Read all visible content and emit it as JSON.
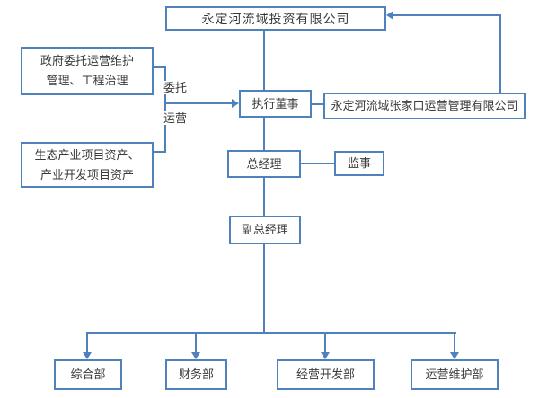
{
  "meta": {
    "type": "organization-chart"
  },
  "colors": {
    "line": "#4f81bd",
    "box_border": "#4f81bd",
    "text": "#3a3a3a",
    "background": "#ffffff"
  },
  "org": {
    "parent_company": {
      "label": "永定河流域投资有限公司"
    },
    "entrusted_functions": {
      "line1": "政府委托运营维护",
      "line2": "管理、工程治理"
    },
    "entrusted_assets": {
      "line1": "生态产业项目资产、",
      "line2": "产业开发项目资产"
    },
    "executive_director": {
      "label": "执行董事"
    },
    "operating_company": {
      "label": "永定河流域张家口运营管理有限公司"
    },
    "general_manager": {
      "label": "总经理"
    },
    "supervisor": {
      "label": "监事"
    },
    "deputy_general_manager": {
      "label": "副总经理"
    },
    "departments": [
      {
        "label": "综合部"
      },
      {
        "label": "财务部"
      },
      {
        "label": "经营开发部"
      },
      {
        "label": "运营维护部"
      }
    ],
    "edge_labels": {
      "entrust": "委托",
      "operate": "运营"
    }
  }
}
